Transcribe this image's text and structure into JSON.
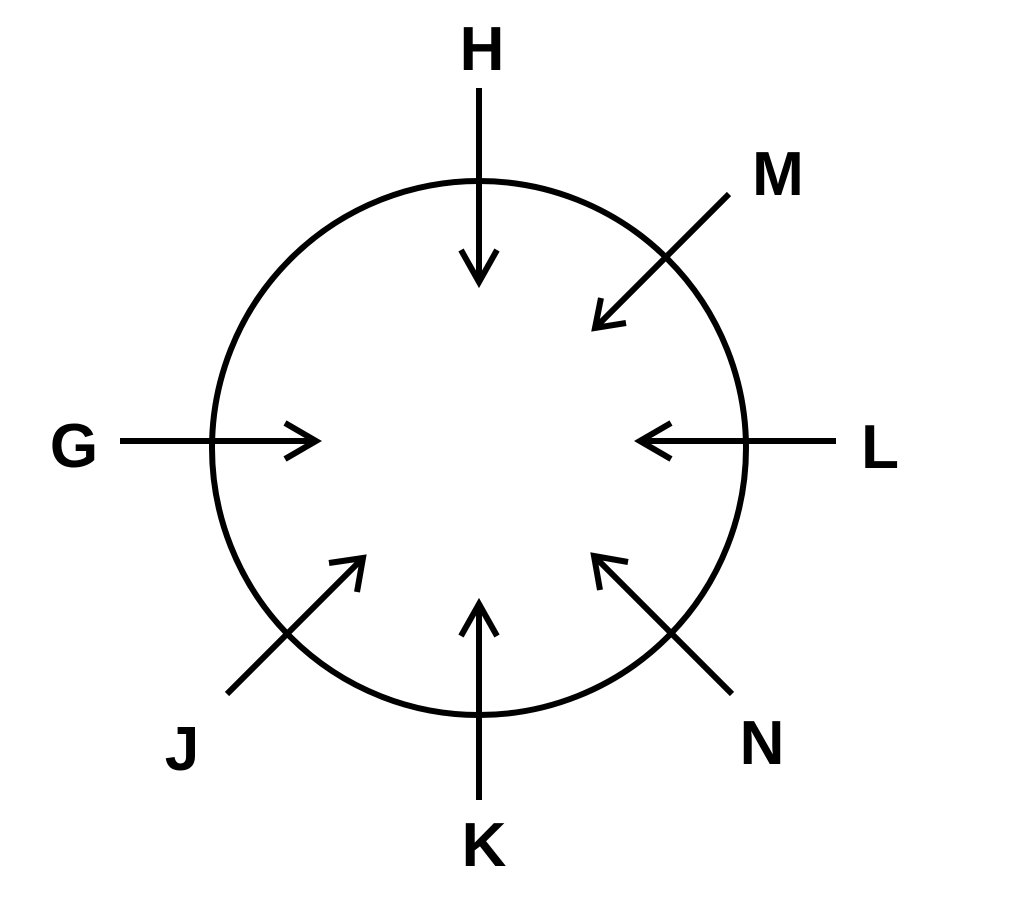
{
  "diagram": {
    "ink_color": "#000000",
    "background_color": "#ffffff",
    "arrows": [
      {
        "id": "H",
        "label": "H",
        "direction": "down"
      },
      {
        "id": "M",
        "label": "M",
        "direction": "down-left"
      },
      {
        "id": "L",
        "label": "L",
        "direction": "left"
      },
      {
        "id": "N",
        "label": "N",
        "direction": "up-left"
      },
      {
        "id": "K",
        "label": "K",
        "direction": "up"
      },
      {
        "id": "J",
        "label": "J",
        "direction": "up-right"
      },
      {
        "id": "G",
        "label": "G",
        "direction": "right"
      }
    ]
  }
}
